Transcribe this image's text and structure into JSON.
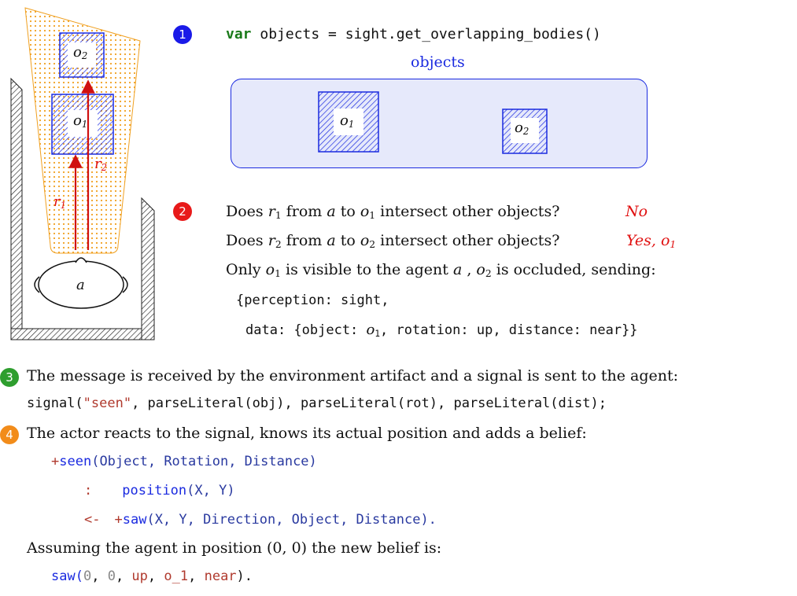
{
  "scene": {
    "agent_label": "a",
    "o1_label": "o",
    "o1_sub": "1",
    "o2_label": "o",
    "o2_sub": "2",
    "r1_label": "r",
    "r1_sub": "1",
    "r2_label": "r",
    "r2_sub": "2"
  },
  "steps": [
    {
      "number": "1",
      "color": "#1a1ae8"
    },
    {
      "number": "2",
      "color": "#e81a1a"
    },
    {
      "number": "3",
      "color": "#2e9e2e"
    },
    {
      "number": "4",
      "color": "#f28c1a"
    }
  ],
  "step1": {
    "code_kw": "var",
    "code_rest": " objects = sight.get_overlapping_bodies()",
    "objects_title": "objects",
    "obj1_label": "o",
    "obj1_sub": "1",
    "obj2_label": "o",
    "obj2_sub": "2"
  },
  "step2": {
    "q1_pre": "Does ",
    "q1_r": "r",
    "q1_rsub": "1",
    "q1_mid": " from ",
    "q1_a": "a",
    "q1_to": " to ",
    "q1_o": "o",
    "q1_osub": "1",
    "q1_post": " intersect other objects?",
    "a1": "No",
    "q2_pre": "Does ",
    "q2_r": "r",
    "q2_rsub": "2",
    "q2_mid": " from ",
    "q2_a": "a",
    "q2_to": " to ",
    "q2_o": "o",
    "q2_osub": "2",
    "q2_post": " intersect other objects?",
    "a2_pre": "Yes, o",
    "a2_sub": "1",
    "only_pre": "Only ",
    "only_o1": "o",
    "only_o1sub": "1",
    "only_mid": " is visible to the agent ",
    "only_a": "a",
    "only_comma": " , ",
    "only_o2": "o",
    "only_o2sub": "2",
    "only_post": " is occluded, sending:",
    "msg_line1": "{perception: sight,",
    "msg_line2_pre": " data: {object: ",
    "msg_line2_o": "o",
    "msg_line2_osub": "1",
    "msg_line2_post": ", rotation: up, distance: near}}"
  },
  "step3": {
    "text": "The message is received by the environment artifact and a signal is sent to the agent:",
    "code": "signal(\"seen\", parseLiteral(obj), parseLiteral(rot), parseLiteral(dist);",
    "code_fn": "signal(",
    "code_str": "\"seen\"",
    "code_tail": ", parseLiteral(obj), parseLiteral(rot), parseLiteral(dist);"
  },
  "step4": {
    "text": "The actor reacts to the signal, knows its actual position and adds a belief:",
    "line1_plus": "+",
    "line1_fn": "seen",
    "line1_args": "(Object, Rotation, Distance)",
    "line2_colon": ":",
    "line2_fn": "position",
    "line2_args": "(X, Y)",
    "line3_arrow": "<-",
    "line3_plus": "+",
    "line3_fn": "saw",
    "line3_args": "(X, Y, Direction, Object, Distance).",
    "assume_pre": "Assuming the agent in position ",
    "assume_pos": "(0, 0)",
    "assume_post": " the new belief is:",
    "belief_fn": "saw(",
    "belief_a": "0",
    "belief_c1": ", ",
    "belief_b": "0",
    "belief_c2": ", ",
    "belief_up": "up",
    "belief_c3": ", ",
    "belief_o": "o_1",
    "belief_c4": ", ",
    "belief_near": "near",
    "belief_end": ")."
  }
}
